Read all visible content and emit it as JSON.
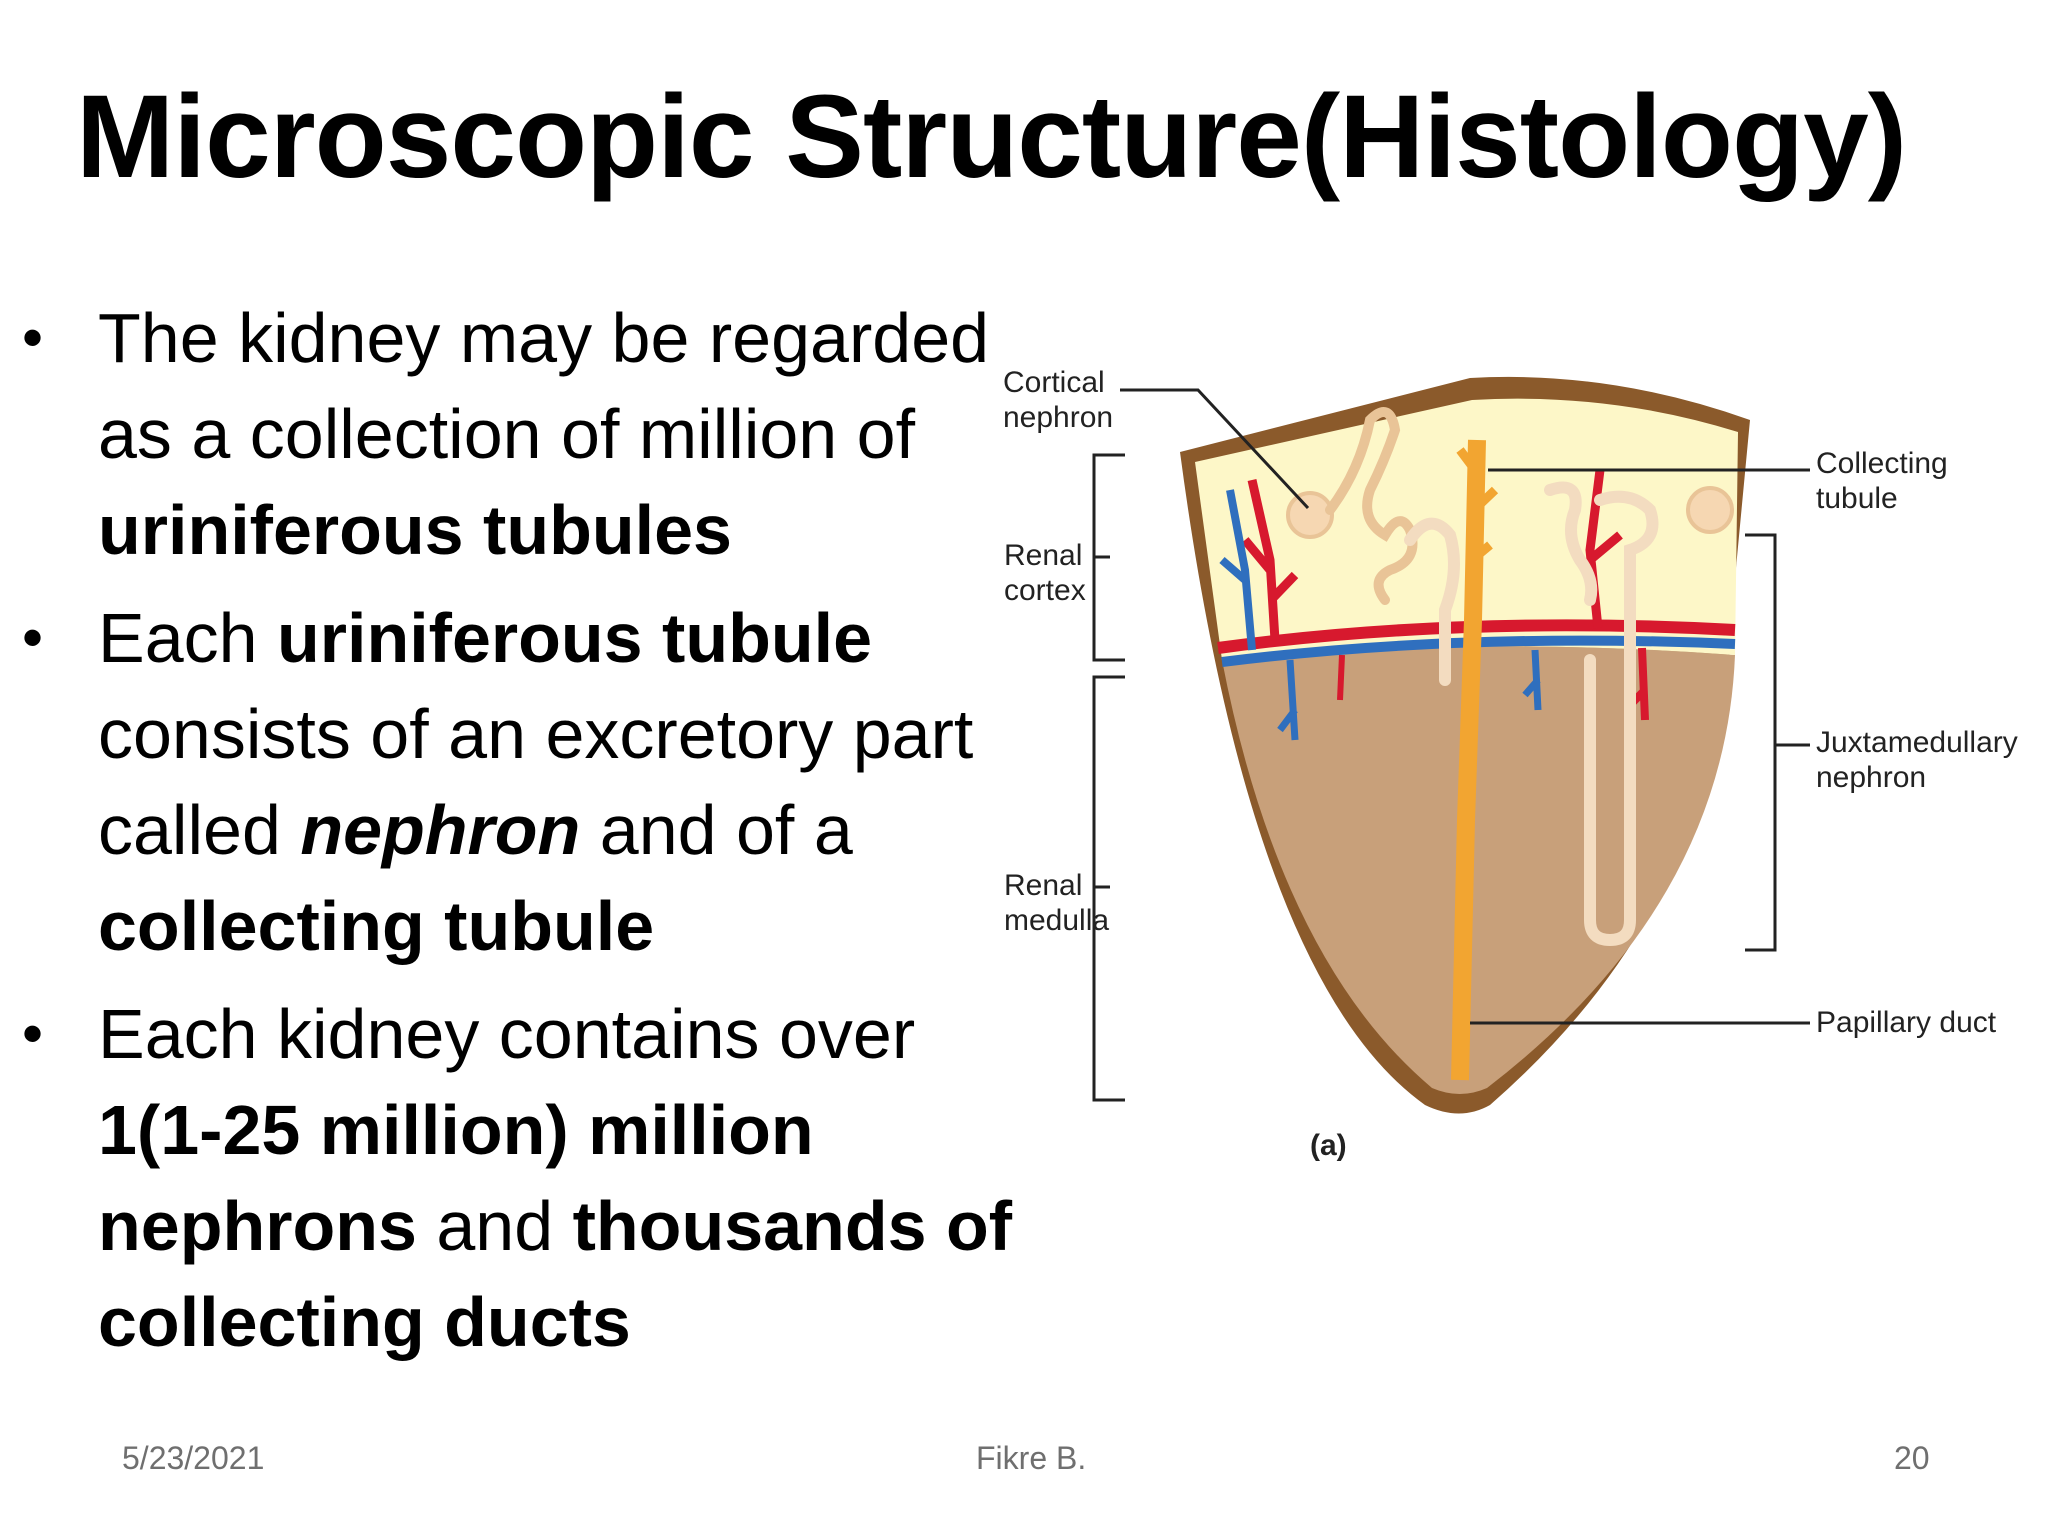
{
  "slide": {
    "title": "Microscopic Structure(Histology)",
    "bullets": [
      {
        "segments": [
          {
            "text": "The kidney may be regarded as a collection of million of ",
            "style": "normal"
          },
          {
            "text": "uriniferous tubules",
            "style": "bold"
          }
        ]
      },
      {
        "segments": [
          {
            "text": "Each ",
            "style": "normal"
          },
          {
            "text": "uriniferous tubule",
            "style": "bold"
          },
          {
            "text": " consists of an excretory part called ",
            "style": "normal"
          },
          {
            "text": "nephron",
            "style": "bold-italic"
          },
          {
            "text": " and of a ",
            "style": "normal"
          },
          {
            "text": "collecting tubule",
            "style": "bold"
          }
        ]
      },
      {
        "segments": [
          {
            "text": "Each kidney contains over ",
            "style": "normal"
          },
          {
            "text": "1(1-25 million) million nephrons",
            "style": "bold"
          },
          {
            "text": " and ",
            "style": "normal"
          },
          {
            "text": "thousands of collecting ducts",
            "style": "bold"
          }
        ]
      }
    ],
    "bullet_symbol": "•"
  },
  "diagram": {
    "labels": {
      "cortical_nephron": [
        "Cortical",
        "nephron"
      ],
      "renal_cortex": [
        "Renal",
        "cortex"
      ],
      "renal_medulla": [
        "Renal",
        "medulla"
      ],
      "collecting_tubule": [
        "Collecting",
        "tubule"
      ],
      "juxtamedullary_nephron": [
        "Juxtamedullary",
        "nephron"
      ],
      "papillary_duct": "Papillary duct",
      "panel": "(a)"
    },
    "colors": {
      "capsule": "#8b5a2b",
      "cortex": "#fdf7c8",
      "medulla": "#c8a07a",
      "artery": "#d7192e",
      "vein": "#2f6fbe",
      "tubule": "#f6d7b2",
      "collecting_duct": "#f2a531"
    }
  },
  "footer": {
    "date": "5/23/2021",
    "author": "Fikre B.",
    "page": "20"
  }
}
